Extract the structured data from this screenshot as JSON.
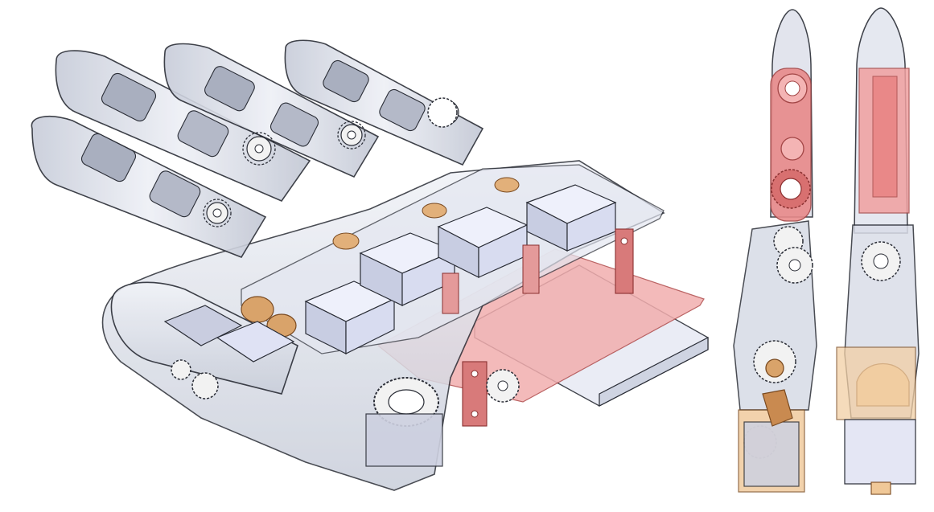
{
  "figure": {
    "views": [
      {
        "id": "iso",
        "kind": "isometric-hand-assembly"
      },
      {
        "id": "side",
        "kind": "finger-side-view"
      },
      {
        "id": "front",
        "kind": "finger-front-view"
      }
    ],
    "colors": {
      "shell_fill": "#dfe3ee",
      "shell_stroke": "#2a2d36",
      "servo_fill": "#d8dcf0",
      "servo_top": "#eef0fb",
      "red_part": "#e88888",
      "red_dark": "#c85a5a",
      "copper_part": "#d9a36a",
      "gear_fill": "#f2f2f2",
      "plate_red": "#f4b4b4",
      "plate_clear": "#e6e9f3"
    }
  }
}
